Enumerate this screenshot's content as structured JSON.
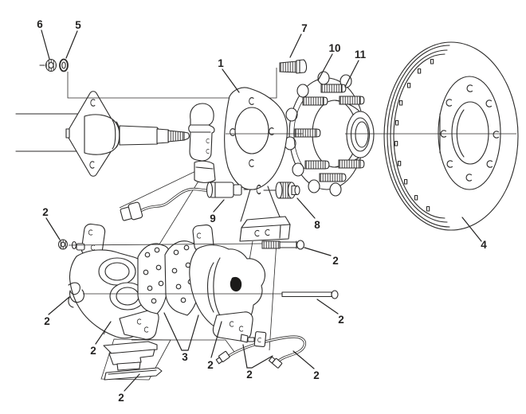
{
  "diagram": {
    "kind": "exploded-parts-diagram",
    "colors": {
      "background": "#ffffff",
      "line": "#2b2a29",
      "label_text": "#232221"
    },
    "callouts": [
      {
        "label": "6",
        "points_to": "spindle-nut"
      },
      {
        "label": "5",
        "points_to": "spindle-washer"
      },
      {
        "label": "1",
        "points_to": "steering-knuckle"
      },
      {
        "label": "7",
        "points_to": "hub-bolt"
      },
      {
        "label": "10",
        "points_to": "hub"
      },
      {
        "label": "11",
        "points_to": "wheel-stud"
      },
      {
        "label": "4",
        "points_to": "brake-rotor"
      },
      {
        "label": "9",
        "points_to": "wheel-speed-sensor"
      },
      {
        "label": "8",
        "points_to": "drive-gear"
      },
      {
        "label": "2",
        "points_to": "caliper-nut"
      },
      {
        "label": "2",
        "points_to": "retainer-clip"
      },
      {
        "label": "2",
        "points_to": "caliper-outer-half"
      },
      {
        "label": "2",
        "points_to": "support-bracket"
      },
      {
        "label": "3",
        "points_to": "brake-pads"
      },
      {
        "label": "2",
        "points_to": "caliper-inner-half"
      },
      {
        "label": "2",
        "points_to": "hose-bolt-and-clip"
      },
      {
        "label": "2",
        "points_to": "brake-hose"
      },
      {
        "label": "2",
        "points_to": "upper-guide-pin"
      },
      {
        "label": "2",
        "points_to": "lower-guide-pin"
      }
    ]
  }
}
